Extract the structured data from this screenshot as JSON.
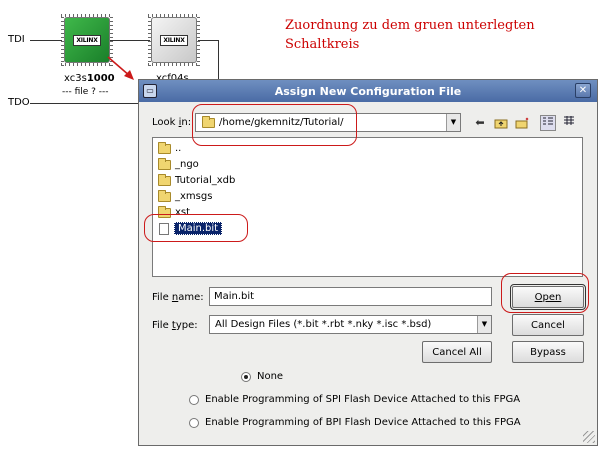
{
  "annotation": {
    "line1": "Zuordnung zu dem gruen unterlegten",
    "line2": "Schaltkreis"
  },
  "chain": {
    "tdi_label": "TDI",
    "tdo_label": "TDO",
    "chip1": {
      "logo": "XILINX",
      "name_prefix": "xc3s",
      "name_bold": "1000",
      "file": "--- file ? ---"
    },
    "chip2": {
      "logo": "XILINX",
      "name": "xcf04s"
    }
  },
  "dialog": {
    "title": "Assign New Configuration File",
    "look_in_label_pre": "Look ",
    "look_in_label_mn": "i",
    "look_in_label_post": "n:",
    "look_in_value": "/home/gkemnitz/Tutorial/",
    "toolbar_icons": [
      "back-arrow-icon",
      "up-folder-icon",
      "new-folder-icon",
      "list-view-icon",
      "detail-view-icon"
    ],
    "files": [
      {
        "name": "..",
        "type": "folder"
      },
      {
        "name": "_ngo",
        "type": "folder"
      },
      {
        "name": "Tutorial_xdb",
        "type": "folder"
      },
      {
        "name": "_xmsgs",
        "type": "folder"
      },
      {
        "name": "xst",
        "type": "folder"
      },
      {
        "name": "Main.bit",
        "type": "file",
        "selected": true
      }
    ],
    "file_name_label_pre": "File ",
    "file_name_label_mn": "n",
    "file_name_label_post": "ame:",
    "file_name_value": "Main.bit",
    "file_type_label_pre": "File ",
    "file_type_label_mn": "t",
    "file_type_label_post": "ype:",
    "file_type_value": "All Design Files (*.bit *.rbt *.nky *.isc *.bsd)",
    "open_label": "Open",
    "cancel_label": "Cancel",
    "cancel_all_label": "Cancel All",
    "bypass_label": "Bypass",
    "radio_none": "None",
    "radio_spi": "Enable Programming of SPI Flash Device Attached to this FPGA",
    "radio_bpi": "Enable Programming of BPI Flash Device Attached to this FPGA"
  },
  "colors": {
    "titlebar": "#4a6ba5",
    "annotation": "#cc0000",
    "selection": "#0a246a",
    "chip_selected": "#2a9a3a"
  }
}
